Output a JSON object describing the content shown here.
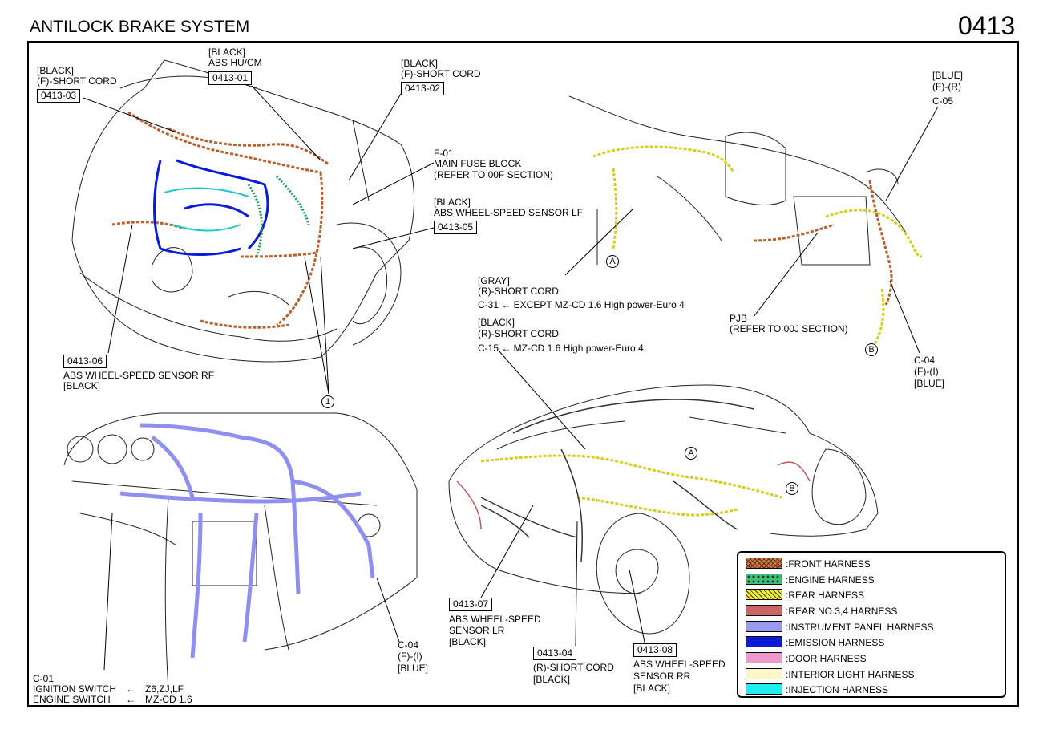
{
  "header": {
    "title": "ANTILOCK BRAKE SYSTEM",
    "page_number": "0413"
  },
  "callouts": {
    "c_0413_03": {
      "lines": [
        "[BLACK]",
        "(F)-SHORT CORD"
      ],
      "code": "0413-03"
    },
    "c_0413_01": {
      "lines": [
        "[BLACK]",
        "ABS HU/CM"
      ],
      "code": "0413-01"
    },
    "c_0413_02": {
      "lines": [
        "[BLACK]",
        "(F)-SHORT CORD"
      ],
      "code": "0413-02"
    },
    "f_01": {
      "lines": [
        "F-01",
        "MAIN FUSE BLOCK",
        "(REFER TO 00F SECTION)"
      ]
    },
    "c_0413_05": {
      "lines": [
        "[BLACK]",
        "ABS WHEEL-SPEED SENSOR LF"
      ],
      "code": "0413-05"
    },
    "c_0413_06": {
      "code": "0413-06",
      "lines": [
        "ABS WHEEL-SPEED SENSOR RF",
        "[BLACK]"
      ]
    },
    "marker_1": "1",
    "c_05": {
      "lines": [
        "[BLUE]",
        "(F)-(R)",
        "C-05"
      ]
    },
    "pjb": {
      "lines": [
        "PJB",
        "(REFER TO 00J SECTION)"
      ]
    },
    "c_04_right": {
      "lines": [
        "C-04",
        "(F)-(I)",
        "[BLUE]"
      ]
    },
    "c_31": {
      "lines": [
        "[GRAY]",
        "(R)-SHORT CORD"
      ],
      "code_line": "C-31 ← EXCEPT MZ-CD 1.6 High power-Euro 4"
    },
    "c_15": {
      "lines": [
        "[BLACK]",
        "(R)-SHORT CORD"
      ],
      "code_line": "C-15 ← MZ-CD 1.6 High power-Euro 4"
    },
    "c_04_left": {
      "lines": [
        "C-04",
        "(F)-(I)",
        "[BLUE]"
      ]
    },
    "c_01": {
      "lines": [
        "C-01"
      ],
      "row1_left": "IGNITION SWITCH",
      "row1_right": "Z6,ZJ,LF",
      "row2_left": "ENGINE SWITCH",
      "row2_right": "MZ-CD 1.6"
    },
    "c_0413_07": {
      "code": "0413-07",
      "lines": [
        "ABS WHEEL-SPEED",
        "SENSOR LR",
        "[BLACK]"
      ]
    },
    "c_0413_04": {
      "code": "0413-04",
      "lines": [
        "(R)-SHORT CORD",
        "[BLACK]"
      ]
    },
    "c_0413_08": {
      "code": "0413-08",
      "lines": [
        "ABS WHEEL-SPEED",
        "SENSOR RR",
        "[BLACK]"
      ]
    },
    "marker_a": "A",
    "marker_b": "B"
  },
  "legend": [
    {
      "label": ":FRONT HARNESS",
      "style": "front",
      "color": "#c86a3a"
    },
    {
      "label": ":ENGINE HARNESS",
      "style": "engine",
      "color": "#3ec07a"
    },
    {
      "label": ":REAR HARNESS",
      "style": "rear",
      "color": "#f0ea3a"
    },
    {
      "label": ":REAR NO.3,4 HARNESS",
      "style": "solid",
      "color": "#cc6666"
    },
    {
      "label": ":INSTRUMENT PANEL HARNESS",
      "style": "solid",
      "color": "#9999ee"
    },
    {
      "label": ":EMISSION HARNESS",
      "style": "solid",
      "color": "#0a1ad6"
    },
    {
      "label": ":DOOR HARNESS",
      "style": "solid",
      "color": "#ee99cc"
    },
    {
      "label": ":INTERIOR LIGHT HARNESS",
      "style": "solid",
      "color": "#fdf7c8"
    },
    {
      "label": ":INJECTION HARNESS",
      "style": "solid",
      "color": "#22eef0"
    }
  ]
}
